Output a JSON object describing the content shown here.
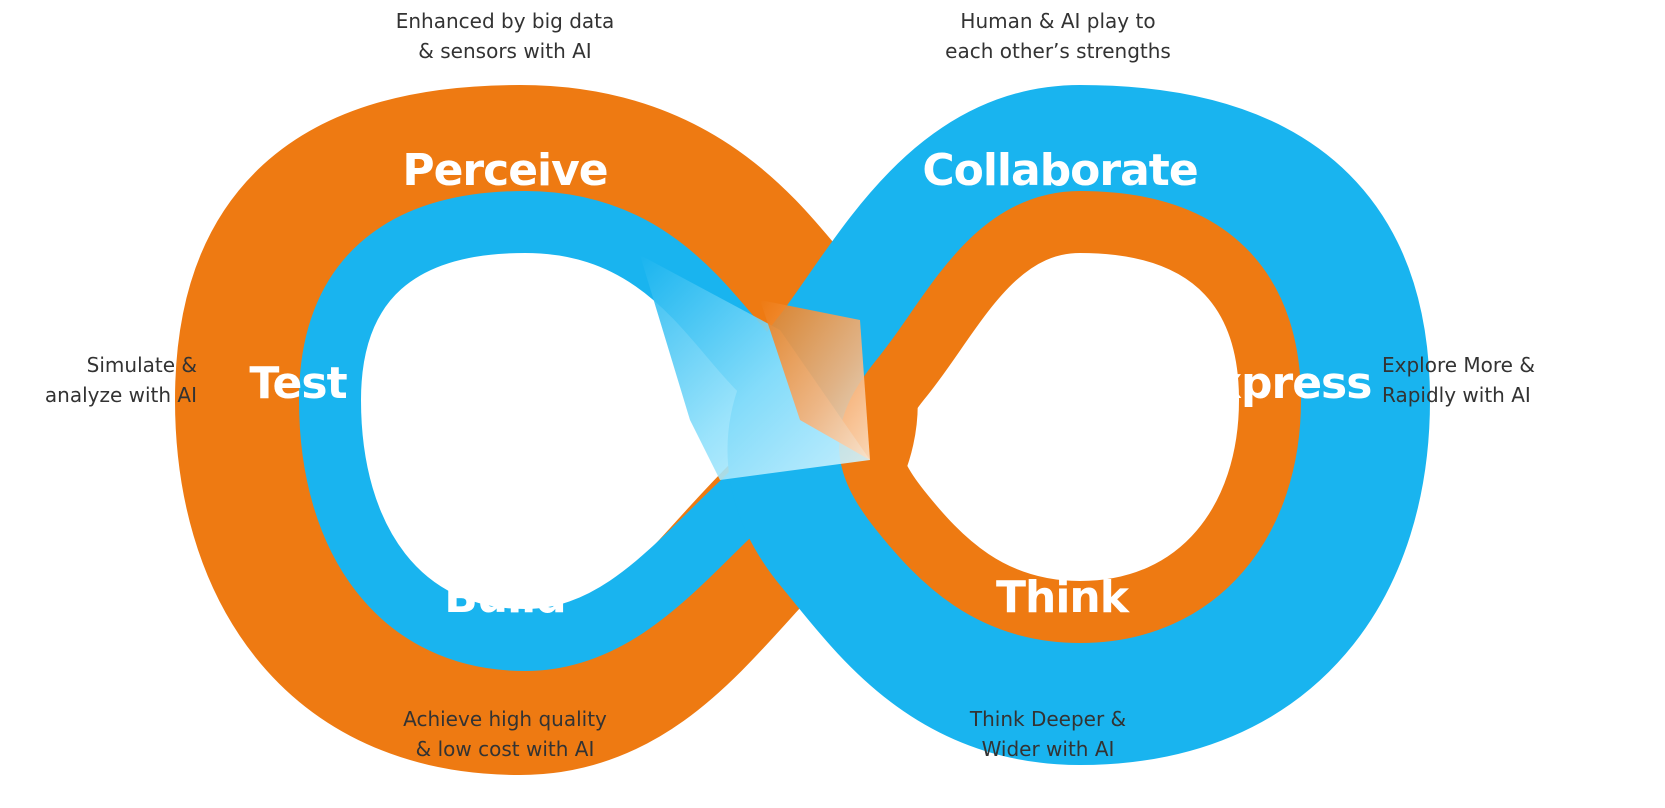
{
  "diagram": {
    "colors": {
      "orange": "#ee7a12",
      "orange_dark": "#d85a06",
      "blue": "#19b4ef",
      "blue_light": "#3ec7f5",
      "label_text": "#ffffff",
      "caption_text": "#333333"
    },
    "stages": {
      "perceive": "Perceive",
      "collaborate": "Collaborate",
      "test": "Test",
      "express": "Express",
      "build": "Build",
      "think": "Think"
    },
    "captions": {
      "perceive": [
        "Enhanced by big data",
        "& sensors with AI"
      ],
      "collaborate": [
        "Human & AI play to",
        "each other’s strengths"
      ],
      "test": [
        "Simulate &",
        "analyze with AI"
      ],
      "express": [
        "Explore More &",
        "Rapidly with AI"
      ],
      "build": [
        "Achieve high quality",
        "& low cost with AI"
      ],
      "think": [
        "Think Deeper &",
        "Wider with AI"
      ]
    }
  }
}
